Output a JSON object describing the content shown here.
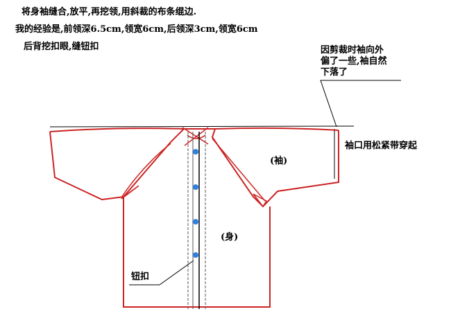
{
  "instructions": {
    "line1": "将身袖缝合,放平,再挖领,用斜裁的布条绲边.",
    "line2": "我的经验是,前领深6.5cm,领宽6cm,后领深3cm,领宽6cm",
    "line3": "后背挖扣眼,缝钮扣"
  },
  "annotations": {
    "sleeve_note": [
      "因剪裁时袖向外",
      "偏了一些,袖自然",
      "下落了"
    ],
    "cuff_note": "袖口用松紧带穿起",
    "sleeve_label": "(袖)",
    "body_label": "(身)",
    "button_label": "钮扣"
  },
  "colors": {
    "outline": "#cc2222",
    "buttons": "#2f7fe0",
    "guide": "#000000"
  },
  "buttons_count": 4
}
